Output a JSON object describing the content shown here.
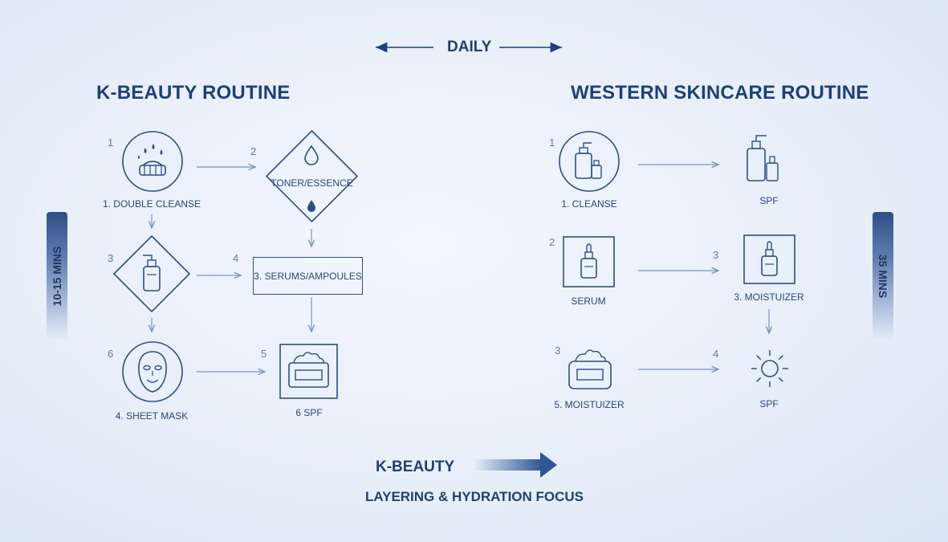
{
  "header": {
    "daily_label": "DAILY"
  },
  "kbeauty": {
    "title": "K-BEAUTY ROUTINE",
    "time_label": "10-15 MINS",
    "steps": [
      {
        "number": "1",
        "label": "1. DOUBLE CLEANSE",
        "icon": "cleansing-brush-icon"
      },
      {
        "number": "2",
        "label": "TONER/ESSENCE",
        "icon": "water-drop-icon"
      },
      {
        "number": "3",
        "label": "",
        "icon": "pump-bottle-icon"
      },
      {
        "number": "4",
        "label": "3. SERUMS/AMPOULES",
        "icon": ""
      },
      {
        "number": "6",
        "label": "4. SHEET MASK",
        "icon": "sheet-mask-icon"
      },
      {
        "number": "5",
        "label": "6 SPF",
        "icon": "cream-jar-icon"
      }
    ]
  },
  "western": {
    "title": "WESTERN SKINCARE ROUTINE",
    "time_label": "35 MINS",
    "steps": [
      {
        "number": "1",
        "label": "1. CLEANSE",
        "icon": "pump-bottles-icon"
      },
      {
        "number": "",
        "label": "SPF",
        "icon": "pump-bottles-icon"
      },
      {
        "number": "2",
        "label": "SERUM",
        "icon": "dropper-bottle-icon"
      },
      {
        "number": "3",
        "label": "3. MOISTUIZER",
        "icon": "dropper-bottle-icon"
      },
      {
        "number": "3",
        "label": "5. MOISTUIZER",
        "icon": "cream-jar-icon"
      },
      {
        "number": "4",
        "label": "SPF",
        "icon": "sun-icon"
      }
    ]
  },
  "footer": {
    "kbeauty_label": "K-BEAUTY",
    "focus_label": "LAYERING & HYDRATION FOCUS"
  },
  "colors": {
    "primary": "#1f3f7a",
    "line": "#7c95bd",
    "accent": "#2f4e86"
  }
}
